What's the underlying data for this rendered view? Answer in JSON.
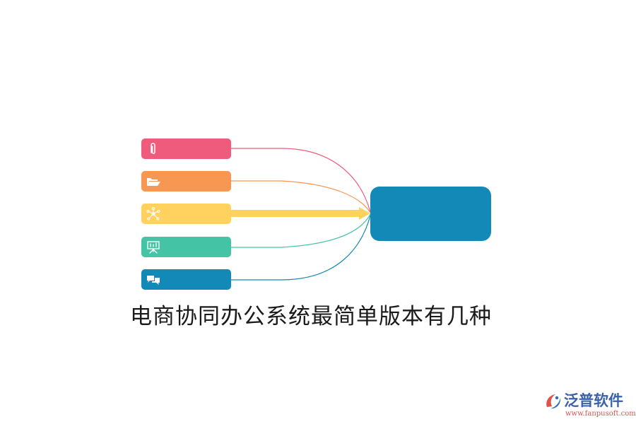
{
  "title": "电商协同办公系统最简单版本有几种",
  "branches": [
    {
      "icon": "paperclip-icon",
      "color": "#EF5B7C"
    },
    {
      "icon": "folder-open-icon",
      "color": "#F89752"
    },
    {
      "icon": "network-nodes-icon",
      "color": "#FFD15F"
    },
    {
      "icon": "presentation-board-icon",
      "color": "#44C4A5"
    },
    {
      "icon": "chat-bubbles-icon",
      "color": "#1289B6"
    }
  ],
  "center_node": {
    "color": "#1289B6"
  },
  "highlighted_branch": 3,
  "watermark": {
    "name": "泛普软件",
    "url": "www.fanpusoft.com",
    "name_color": "#3a62a8",
    "url_color": "#d9534f",
    "logo_colors": [
      "#e0524a",
      "#2f6cb5"
    ]
  }
}
